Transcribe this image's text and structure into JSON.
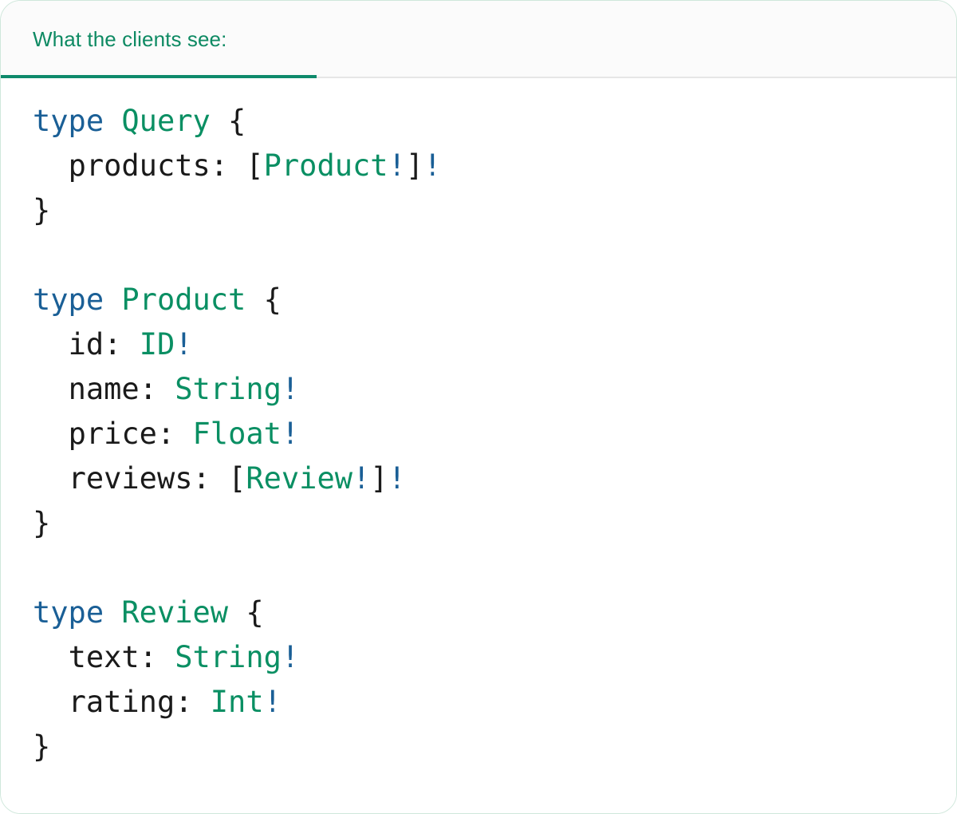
{
  "card": {
    "border_color": "#cfe7db",
    "background": "#ffffff"
  },
  "header": {
    "background": "#fbfbfb",
    "active_tab_label": "What the clients see:",
    "active_tab_color": "#0e8a63",
    "underline_color": "#0e8a6b",
    "divider_color": "#e6e6e6"
  },
  "syntax_colors": {
    "keyword": "#1a5f96",
    "type_name": "#0a8f63",
    "non_null_bang": "#1a5f96",
    "punctuation": "#1a1a1a",
    "field_name": "#1a1a1a"
  },
  "code": {
    "language": "graphql",
    "raw": "type Query {\n  products: [Product!]!\n}\n\ntype Product {\n  id: ID!\n  name: String!\n  price: Float!\n  reviews: [Review!]!\n}\n\ntype Review {\n  text: String!\n  rating: Int!\n}",
    "lines": [
      {
        "tokens": [
          {
            "t": "type",
            "c": "kw"
          },
          {
            "t": " ",
            "c": "plain"
          },
          {
            "t": "Query",
            "c": "type"
          },
          {
            "t": " {",
            "c": "punc"
          }
        ]
      },
      {
        "tokens": [
          {
            "t": "  ",
            "c": "plain"
          },
          {
            "t": "products",
            "c": "field"
          },
          {
            "t": ": ",
            "c": "punc"
          },
          {
            "t": "[",
            "c": "punc"
          },
          {
            "t": "Product",
            "c": "type"
          },
          {
            "t": "!",
            "c": "bang"
          },
          {
            "t": "]",
            "c": "punc"
          },
          {
            "t": "!",
            "c": "bang"
          }
        ]
      },
      {
        "tokens": [
          {
            "t": "}",
            "c": "punc"
          }
        ]
      },
      {
        "tokens": []
      },
      {
        "tokens": [
          {
            "t": "type",
            "c": "kw"
          },
          {
            "t": " ",
            "c": "plain"
          },
          {
            "t": "Product",
            "c": "type"
          },
          {
            "t": " {",
            "c": "punc"
          }
        ]
      },
      {
        "tokens": [
          {
            "t": "  ",
            "c": "plain"
          },
          {
            "t": "id",
            "c": "field"
          },
          {
            "t": ": ",
            "c": "punc"
          },
          {
            "t": "ID",
            "c": "type"
          },
          {
            "t": "!",
            "c": "bang"
          }
        ]
      },
      {
        "tokens": [
          {
            "t": "  ",
            "c": "plain"
          },
          {
            "t": "name",
            "c": "field"
          },
          {
            "t": ": ",
            "c": "punc"
          },
          {
            "t": "String",
            "c": "type"
          },
          {
            "t": "!",
            "c": "bang"
          }
        ]
      },
      {
        "tokens": [
          {
            "t": "  ",
            "c": "plain"
          },
          {
            "t": "price",
            "c": "field"
          },
          {
            "t": ": ",
            "c": "punc"
          },
          {
            "t": "Float",
            "c": "type"
          },
          {
            "t": "!",
            "c": "bang"
          }
        ]
      },
      {
        "tokens": [
          {
            "t": "  ",
            "c": "plain"
          },
          {
            "t": "reviews",
            "c": "field"
          },
          {
            "t": ": ",
            "c": "punc"
          },
          {
            "t": "[",
            "c": "punc"
          },
          {
            "t": "Review",
            "c": "type"
          },
          {
            "t": "!",
            "c": "bang"
          },
          {
            "t": "]",
            "c": "punc"
          },
          {
            "t": "!",
            "c": "bang"
          }
        ]
      },
      {
        "tokens": [
          {
            "t": "}",
            "c": "punc"
          }
        ]
      },
      {
        "tokens": []
      },
      {
        "tokens": [
          {
            "t": "type",
            "c": "kw"
          },
          {
            "t": " ",
            "c": "plain"
          },
          {
            "t": "Review",
            "c": "type"
          },
          {
            "t": " {",
            "c": "punc"
          }
        ]
      },
      {
        "tokens": [
          {
            "t": "  ",
            "c": "plain"
          },
          {
            "t": "text",
            "c": "field"
          },
          {
            "t": ": ",
            "c": "punc"
          },
          {
            "t": "String",
            "c": "type"
          },
          {
            "t": "!",
            "c": "bang"
          }
        ]
      },
      {
        "tokens": [
          {
            "t": "  ",
            "c": "plain"
          },
          {
            "t": "rating",
            "c": "field"
          },
          {
            "t": ": ",
            "c": "punc"
          },
          {
            "t": "Int",
            "c": "type"
          },
          {
            "t": "!",
            "c": "bang"
          }
        ]
      },
      {
        "tokens": [
          {
            "t": "}",
            "c": "punc"
          }
        ]
      }
    ]
  }
}
